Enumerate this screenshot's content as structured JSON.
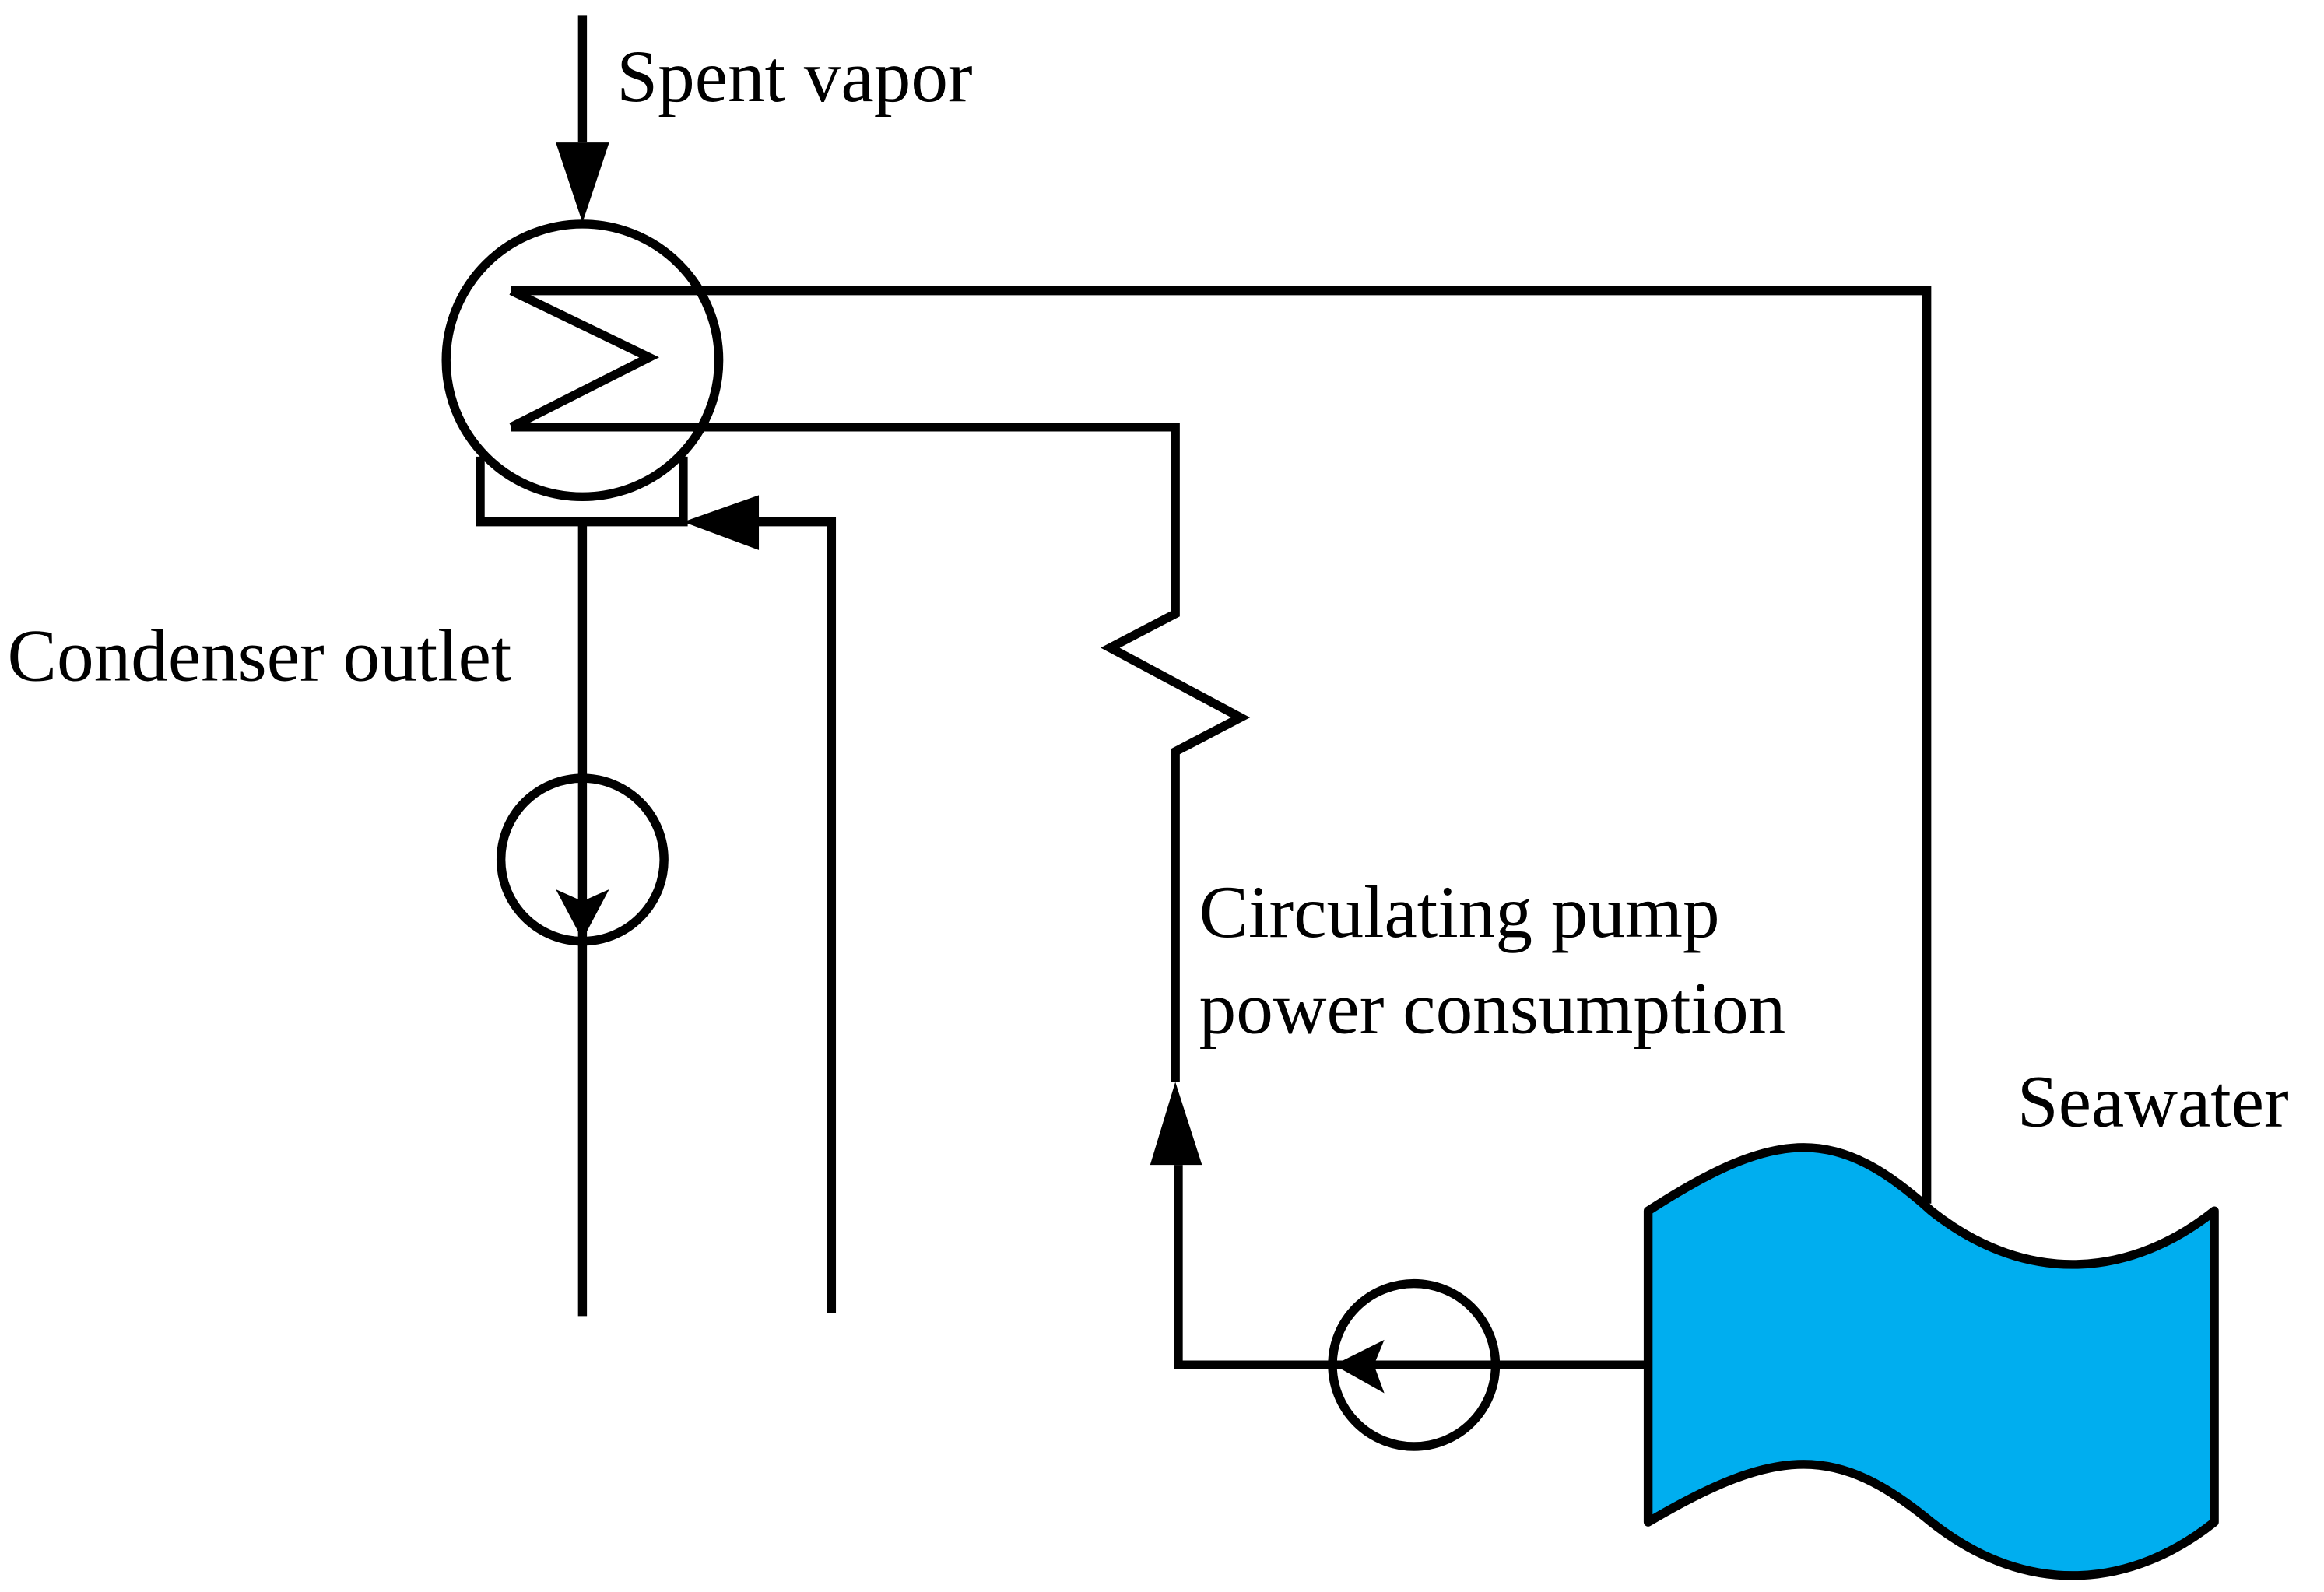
{
  "labels": {
    "spent_vapor": "Spent vapor",
    "condenser_outlet": "Condenser outlet",
    "circulating_pump_line1": "Circulating pump",
    "circulating_pump_line2": "power consumption",
    "seawater": "Seawater"
  },
  "colors": {
    "line": "#000000",
    "seawater_fill": "#00AEEF",
    "background": "#FFFFFF"
  },
  "icons": {
    "condenser": "heat-exchanger-icon",
    "condensate_pump": "pump-icon",
    "circulating_pump": "pump-icon",
    "seawater": "water-body-icon"
  }
}
